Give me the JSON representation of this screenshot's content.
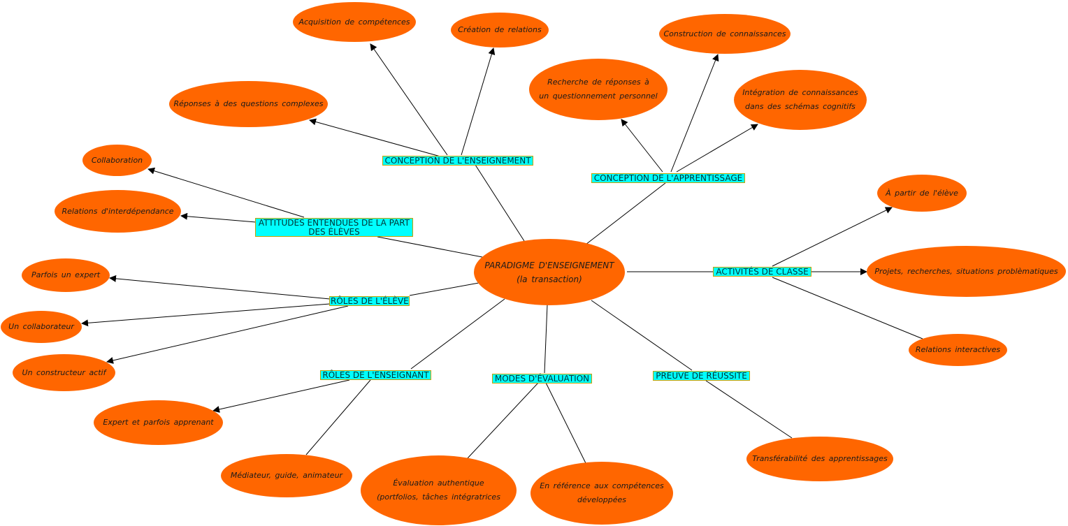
{
  "center": {
    "line1": "PARADIGME D'ENSEIGNEMENT",
    "line2": "(la transaction)"
  },
  "labels": {
    "conception_enseignement": "CONCEPTION DE L'ENSEIGNEMENT",
    "conception_apprentissage": "CONCEPTION DE L'APPRENTISSAGE",
    "attitudes": "ATTITUDES ENTENDUES DE LA PART DES ÉLÈVES",
    "roles_eleve": "RÔLES DE L'ÉLÈVE",
    "activites": "ACTIVITÉS DE CLASSE",
    "roles_enseignant": "RÔLES DE L'ENSEIGNANT",
    "modes_evaluation": "MODES D'ÉVALUATION",
    "preuve_reussite": "PREUVE DE RÉUSSITE"
  },
  "nodes": {
    "acquisition": "Acquisition de compétences",
    "creation": "Création de relations",
    "reponses": "Réponses à des questions complexes",
    "recherche_1": "Recherche de réponses à",
    "recherche_2": "un questionnement personnel",
    "construction": "Construction de connaissances",
    "integration_1": "Intégration de connaissances",
    "integration_2": "dans des schémas cognitifs",
    "collaboration": "Collaboration",
    "interdependance": "Relations d'interdépendance",
    "expert": "Parfois un expert",
    "collaborateur": "Un collaborateur",
    "constructeur": "Un constructeur actif",
    "partir_eleve": "À partir de l'élève",
    "projets": "Projets, recherches, situations problèmatiques",
    "relations_interactives": "Relations interactives",
    "expert_apprenant": "Expert et parfois apprenant",
    "mediateur": "Médiateur, guide, animateur",
    "evaluation_1": "Évaluation authentique",
    "evaluation_2": "(portfolios, tâches intégratrices",
    "reference_1": "En référence aux compétences",
    "reference_2": "développées",
    "transferabilite": "Transférabilité des apprentissages"
  },
  "colors": {
    "node_fill": "#ff6600",
    "label_fill": "#00ffff",
    "label_border": "#c8a000",
    "line": "#000000"
  }
}
